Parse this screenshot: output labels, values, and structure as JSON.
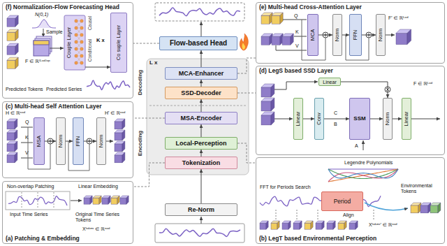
{
  "diagram": {
    "nodes": [
      {
        "text": [
          "(f) Normalization-Flow Forecasting Head"
        ]
      },
      {
        "text": [
          "Couple Layer"
        ],
        "in": 0
      },
      {
        "text": [
          "Co suple Layer"
        ],
        "in": 0
      },
      {
        "text": [
          "(c) Multi-head Self Attention Layer"
        ]
      },
      {
        "text": [
          "MSA"
        ],
        "in": 3
      },
      {
        "text": [
          "Norm"
        ],
        "in": 3
      },
      {
        "text": [
          "FFN"
        ],
        "in": 3
      },
      {
        "text": [
          "Norm"
        ],
        "in": 3
      },
      {
        "text": [
          "(a) Patching & Embedding"
        ]
      },
      {
        "text": [
          "Flow-based Head"
        ]
      },
      {
        "text": [
          "L x"
        ]
      },
      {
        "text": [
          "MCA-Enhancer"
        ],
        "in": 10
      },
      {
        "text": [
          "SSD-Decoder"
        ],
        "in": 10
      },
      {
        "text": [
          "MSA-Encoder"
        ],
        "in": 10
      },
      {
        "text": [
          "Local-Perception"
        ],
        "in": 10
      },
      {
        "text": [
          "Tokenization"
        ],
        "in": 10
      },
      {
        "text": [
          "Re-Norm"
        ]
      },
      {
        "text": [
          "(e) Multi-head Cross-Attention Layer"
        ]
      },
      {
        "text": [
          "MCA"
        ],
        "in": 17
      },
      {
        "text": [
          "Norm"
        ],
        "in": 17
      },
      {
        "text": [
          "FFN"
        ],
        "in": 17
      },
      {
        "text": [
          "Norm"
        ],
        "in": 17
      },
      {
        "text": [
          "(d) LegS based SSD Layer"
        ]
      },
      {
        "text": [
          "Linear"
        ],
        "in": 22
      },
      {
        "text": [
          "Linear"
        ],
        "in": 22
      },
      {
        "text": [
          "Conv"
        ],
        "in": 22
      },
      {
        "text": [
          "SSM"
        ],
        "in": 22
      },
      {
        "text": [
          "Norm"
        ],
        "in": 22
      },
      {
        "text": [
          "Linear"
        ],
        "in": 22
      },
      {
        "text": [
          "(b) LegT based Environmental Perception"
        ]
      },
      {
        "text": [
          "Period"
        ],
        "in": 29
      }
    ],
    "edges": [
      {
        "from": 16,
        "to": 15,
        "arrow": "to"
      },
      {
        "from": 15,
        "to": 14,
        "arrow": "to"
      },
      {
        "from": 14,
        "to": 13,
        "arrow": "to"
      },
      {
        "from": 13,
        "to": 12,
        "arrow": "to"
      },
      {
        "from": 12,
        "to": 11,
        "arrow": "to"
      },
      {
        "from": 11,
        "to": 9,
        "arrow": "to"
      },
      {
        "from": 9,
        "to": 0,
        "arrow": "none"
      },
      {
        "from": 11,
        "to": 17,
        "arrow": "none"
      },
      {
        "from": 12,
        "to": 22,
        "arrow": "none"
      },
      {
        "from": 13,
        "to": 3,
        "arrow": "none"
      },
      {
        "from": 14,
        "to": 29,
        "arrow": "none"
      },
      {
        "from": 15,
        "to": 8,
        "arrow": "none"
      },
      {
        "from": 4,
        "to": 5,
        "arrow": "to"
      },
      {
        "from": 5,
        "to": 6,
        "arrow": "to"
      },
      {
        "from": 6,
        "to": 7,
        "arrow": "to"
      },
      {
        "from": 18,
        "to": 19,
        "arrow": "to"
      },
      {
        "from": 19,
        "to": 20,
        "arrow": "to"
      },
      {
        "from": 20,
        "to": 21,
        "arrow": "to"
      },
      {
        "from": 24,
        "to": 25,
        "arrow": "to"
      },
      {
        "from": 25,
        "to": 26,
        "arrow": "to"
      },
      {
        "from": 26,
        "to": 27,
        "arrow": "to"
      },
      {
        "from": 27,
        "to": 28,
        "arrow": "to"
      },
      {
        "from": 23,
        "to": 27,
        "arrow": "to"
      },
      {
        "from": 1,
        "to": 2,
        "arrow": "to"
      }
    ],
    "labels": [
      "Decoding",
      "Encoding",
      "N(0,1)",
      "Sample",
      "F ∈ ℝ⁽ᴸˣᵈ⁾ˣᵖ",
      "Causal",
      "Conditional",
      "K x",
      "Predicted Tokens",
      "Predicted Series",
      "H ∈ ℝⁿˣᵈ",
      "Q",
      "K",
      "V",
      "H' ∈ ℝⁿˣᵈ",
      "Non-overlap Patching",
      "Linear Embedding",
      "Input Time Series",
      "Original Time Series Tokens",
      "Xᵗᵒᵏᵉⁿ ∈ ℝⁿˣᵈ",
      "Q",
      "K",
      "V",
      "F' ∈ ℝᴸˣᵈ",
      "C",
      "B",
      "A",
      "F ∈ ℝᴸˣᵈ",
      "Legendre Polynomials",
      "FFT for Periods Search",
      "Environmental Tokens",
      "Align",
      "Xᵗᵒᵏᵉⁿ' ∈ ℝⁿˣᵈ"
    ]
  }
}
